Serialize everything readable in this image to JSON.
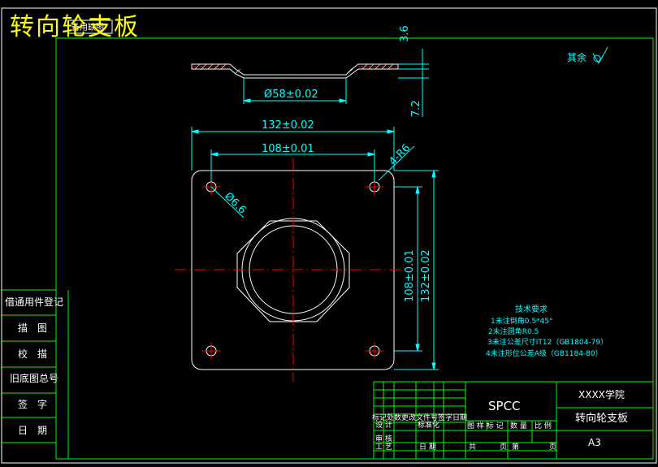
{
  "title": "转向轮支板",
  "other_label": "其余",
  "top_left_box": "备用缺图",
  "dims": {
    "phi58": "Ø58±0.02",
    "d36": "3.6",
    "d72": "7.2",
    "w132": "132±0.02",
    "w108": "108±0.01",
    "r6": "4-R6",
    "phi6": "Ø6.6",
    "h108": "108±0.01",
    "h132": "132±0.02"
  },
  "tech_req": {
    "title": "技术要求",
    "lines": [
      "1未注倒角0.5*45°",
      "2未注圆角R0.5",
      "3未注公差尺寸IT12（GB1804-79）",
      "4未注形位公差A级（GB1184-80）"
    ]
  },
  "left_strip": [
    "借通用件登记",
    "描　图",
    "校　描",
    "旧底图总号",
    "签　字",
    "日　期"
  ],
  "title_block": {
    "material": "SPCC",
    "school": "XXXX学院",
    "part_name": "转向轮支板",
    "sheet": "A3",
    "row_labels": "标记处数更改文件号签字日期",
    "design": "设 计",
    "standardize": "标准化",
    "stage": "图 样 标 记",
    "weight": "数 量",
    "scale": "比 例",
    "review": "审 核",
    "process": "工 艺",
    "date": "日 期",
    "total": "共",
    "sheet_of": "页",
    "page_no": "第",
    "page": "页"
  }
}
